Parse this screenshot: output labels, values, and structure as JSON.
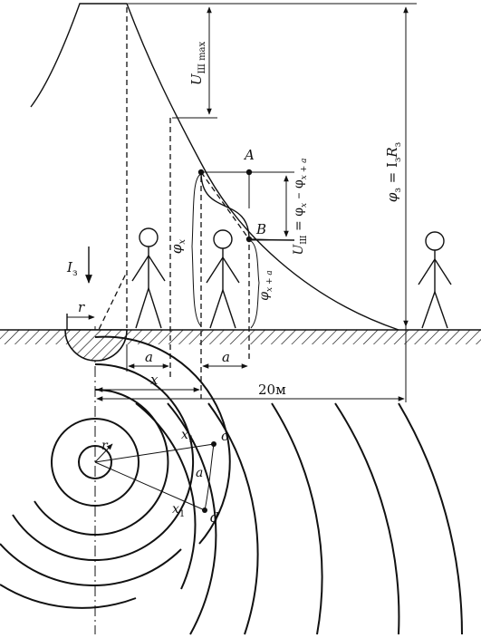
{
  "labels": {
    "u_max": "U",
    "u_max_sub": "Ш max",
    "point_a": "A",
    "point_b": "B",
    "u_step": "U",
    "u_step_sub": "Ш",
    "u_step_rhs": " = φ",
    "u_step_rhs_sub1": "x",
    "u_step_rhs_mid": " – φ",
    "u_step_rhs_sub2": "x + a",
    "phi_x": "φ",
    "phi_x_sub": "x",
    "phi_xa": "φ",
    "phi_xa_sub": "x + a",
    "phi_z": "φ",
    "phi_z_sub": "з",
    "phi_z_eq": " = I",
    "phi_z_sub2": "з",
    "phi_z_r": "R",
    "phi_z_sub3": "з",
    "current": "I",
    "current_sub": "з",
    "r": "r",
    "a1": "a",
    "a2": "a",
    "x": "x",
    "dist": "20м",
    "r_plan": "r",
    "x1_top": "x",
    "x1_top_sub": "1",
    "x1_bot": "x",
    "x1_bot_sub": "1",
    "c": "c",
    "d": "d",
    "a_plan": "a"
  },
  "colors": {
    "ink": "#111111",
    "background": "#ffffff"
  }
}
